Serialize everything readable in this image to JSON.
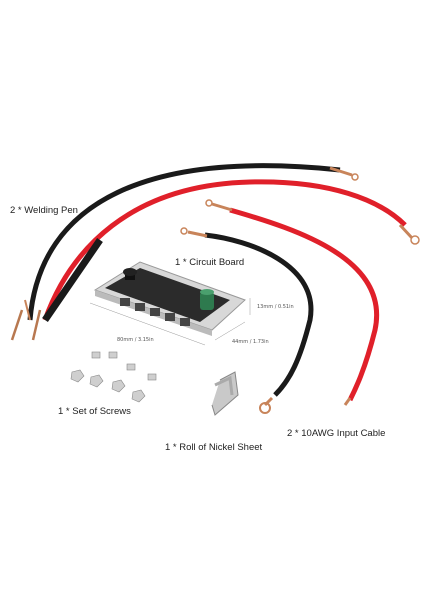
{
  "labels": {
    "welding_pen": "2 * Welding Pen",
    "circuit_board": "1 * Circuit Board",
    "screws": "1 * Set of Screws",
    "nickel_sheet": "1 * Roll of Nickel Sheet",
    "input_cable": "2 * 10AWG Input Cable"
  },
  "dimensions": {
    "height": "13mm / 0.51in",
    "length": "80mm / 3.15in",
    "width": "44mm / 1.73in"
  },
  "colors": {
    "red_wire": "#e0202a",
    "black_wire": "#1a1a1a",
    "copper": "#c8845a"
  }
}
